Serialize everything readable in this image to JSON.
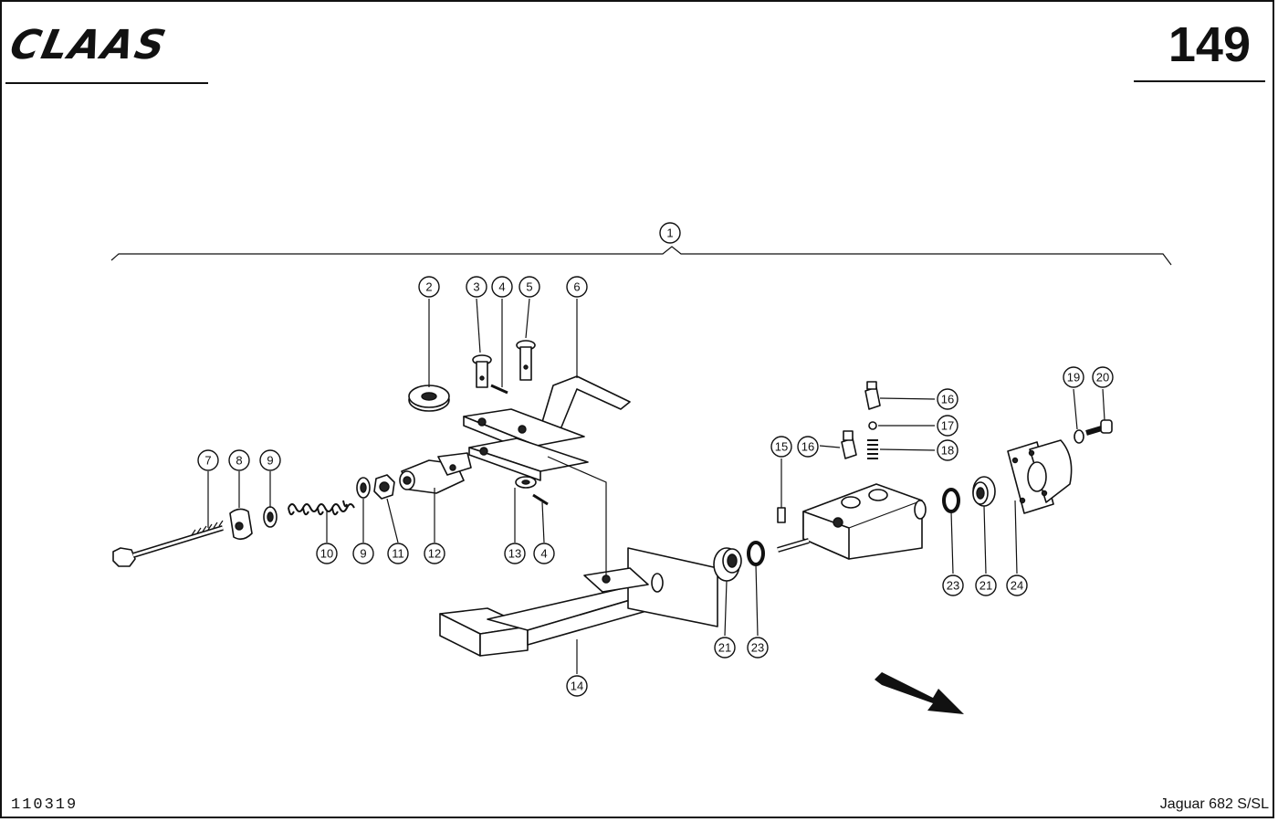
{
  "header": {
    "brand": "CLAAS",
    "page_number": "149"
  },
  "footer": {
    "doc_number": "110319",
    "model": "Jaguar 682 S/SL"
  },
  "callouts": [
    {
      "id": "c1",
      "label": "1"
    },
    {
      "id": "c2",
      "label": "2"
    },
    {
      "id": "c3",
      "label": "3"
    },
    {
      "id": "c4a",
      "label": "4"
    },
    {
      "id": "c5",
      "label": "5"
    },
    {
      "id": "c6",
      "label": "6"
    },
    {
      "id": "c7",
      "label": "7"
    },
    {
      "id": "c8",
      "label": "8"
    },
    {
      "id": "c9a",
      "label": "9"
    },
    {
      "id": "c10",
      "label": "10"
    },
    {
      "id": "c9b",
      "label": "9"
    },
    {
      "id": "c11",
      "label": "11"
    },
    {
      "id": "c12",
      "label": "12"
    },
    {
      "id": "c13",
      "label": "13"
    },
    {
      "id": "c4b",
      "label": "4"
    },
    {
      "id": "c14",
      "label": "14"
    },
    {
      "id": "c15",
      "label": "15"
    },
    {
      "id": "c16a",
      "label": "16"
    },
    {
      "id": "c16b",
      "label": "16"
    },
    {
      "id": "c17",
      "label": "17"
    },
    {
      "id": "c18",
      "label": "18"
    },
    {
      "id": "c19",
      "label": "19"
    },
    {
      "id": "c20",
      "label": "20"
    },
    {
      "id": "c21a",
      "label": "21"
    },
    {
      "id": "c23a",
      "label": "23"
    },
    {
      "id": "c23b",
      "label": "23"
    },
    {
      "id": "c21b",
      "label": "21"
    },
    {
      "id": "c24",
      "label": "24"
    }
  ]
}
